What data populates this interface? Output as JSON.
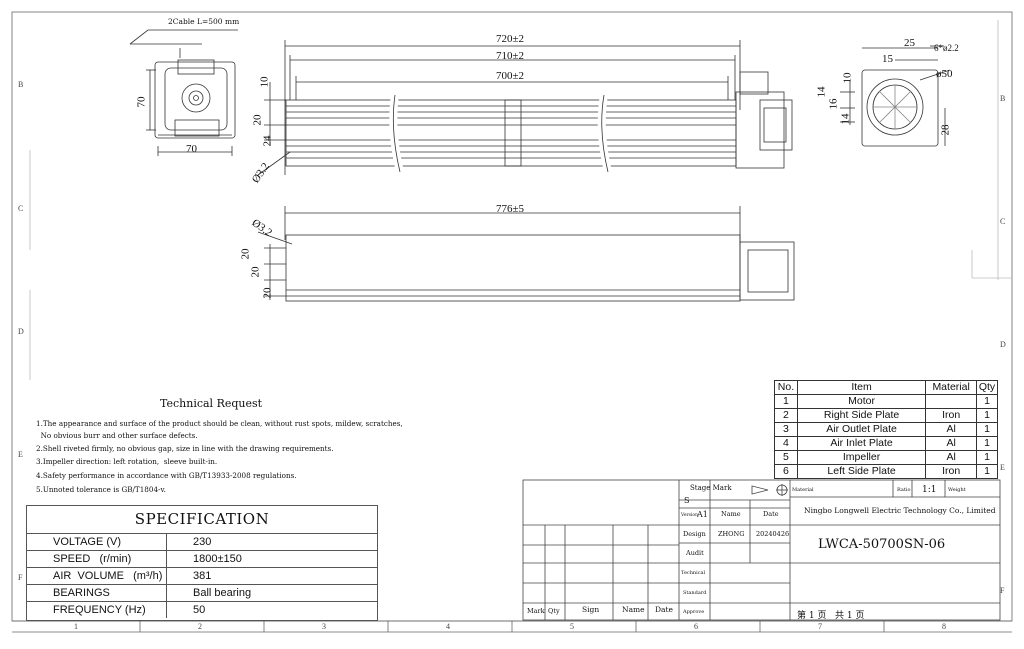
{
  "cable_label": "2Cable L=500 mm",
  "zones": {
    "cols": [
      "1",
      "2",
      "3",
      "4",
      "5",
      "6",
      "7",
      "8"
    ],
    "rows_left": [
      "B",
      "C",
      "D",
      "E",
      "F"
    ],
    "rows_right": [
      "B",
      "C",
      "D",
      "E",
      "F"
    ]
  },
  "dims": {
    "side_height": "70",
    "side_width": "70",
    "len_720": "720±2",
    "len_710": "710±2",
    "len_700": "700±2",
    "d10": "10",
    "d20": "20",
    "d24": "24",
    "hole_top": "Ø3.2",
    "len_776": "776±5",
    "hole_bottom": "Ø3.2",
    "b20a": "20",
    "b20b": "20",
    "b20c": "20",
    "r25": "25",
    "r15": "15",
    "r_holes": "6*ø2.2",
    "r_dia": "ø50",
    "r10": "10",
    "r14a": "14",
    "r16": "16",
    "r14b": "14",
    "r28": "28"
  },
  "technical_request": {
    "title": "Technical Request",
    "lines": [
      "1.The appearance and surface of the product should be clean, without rust spots, mildew, scratches,",
      "  No obvious burr and other surface defects.",
      "2.Shell riveted firmly, no obvious gap, size in line with the drawing requirements.",
      "3.Impeller direction: left rotation,  sleeve built-in.",
      "4.Safety performance in accordance with GB/T13933-2008 regulations.",
      "5.Unnoted tolerance is GB/T1804-v."
    ]
  },
  "specification": {
    "title": "SPECIFICATION",
    "rows": [
      {
        "label": "VOLTAGE (V)",
        "value": "230"
      },
      {
        "label": "SPEED   (r/min)",
        "value": "1800±150"
      },
      {
        "label": "AIR  VOLUME   (m³/h)",
        "value": "381"
      },
      {
        "label": "BEARINGS",
        "value": "Ball bearing"
      },
      {
        "label": "FREQUENCY (Hz)",
        "value": "50"
      }
    ]
  },
  "bom": {
    "headers": [
      "No.",
      "Item",
      "Material",
      "Qty"
    ],
    "rows": [
      [
        "1",
        "Motor",
        "",
        "1"
      ],
      [
        "2",
        "Right Side Plate",
        "Iron",
        "1"
      ],
      [
        "3",
        "Air Outlet Plate",
        "Al",
        "1"
      ],
      [
        "4",
        "Air Inlet Plate",
        "Al",
        "1"
      ],
      [
        "5",
        "Impeller",
        "Al",
        "1"
      ],
      [
        "6",
        "Left Side Plate",
        "Iron",
        "1"
      ]
    ]
  },
  "title_block": {
    "stage_mark": "Stage Mark",
    "stage_s": "S",
    "material": "Material",
    "ratio_label": "Ratio",
    "ratio": "1:1",
    "weight": "Weight",
    "version_label": "Version",
    "version": "A1",
    "name_label": "Name",
    "date_label": "Date",
    "design_label": "Design",
    "designer": "ZHONG",
    "design_date": "20240426",
    "audit": "Audit",
    "technical": "Technical",
    "standard": "Standard",
    "approve": "Approve",
    "company": "Ningbo Longwell Electric Technology  Co., Limited",
    "drawing_no": "LWCA-50700SN-06",
    "page": "第 1 页   共 1 页",
    "bottom_labels": [
      "Mark",
      "Qty",
      "Sign",
      "Name",
      "Date"
    ]
  }
}
